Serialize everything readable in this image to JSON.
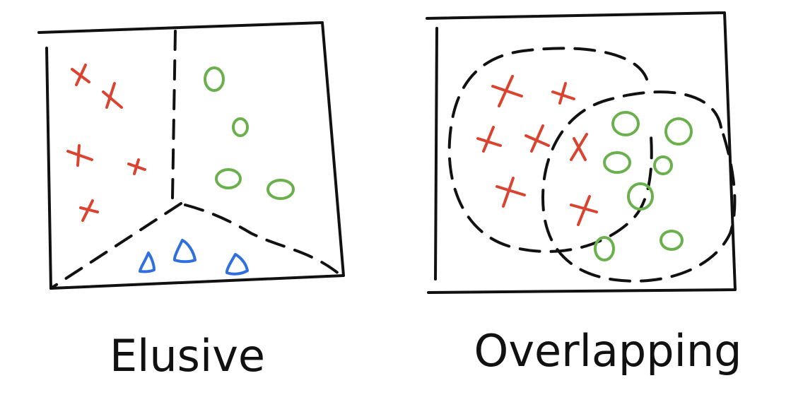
{
  "panels": [
    {
      "id": "exclusive",
      "caption": "Elusive",
      "classes": [
        {
          "name": "x",
          "color": "#d9432f"
        },
        {
          "name": "o",
          "color": "#6ab04c"
        },
        {
          "name": "triangle",
          "color": "#2f6fe0"
        }
      ]
    },
    {
      "id": "overlapping",
      "caption": "Overlapping",
      "classes": [
        {
          "name": "x",
          "color": "#d9432f"
        },
        {
          "name": "o",
          "color": "#6ab04c"
        }
      ]
    }
  ],
  "colors": {
    "ink": "#111111",
    "x": "#d9432f",
    "o": "#6ab04c",
    "triangle": "#2f6fe0"
  }
}
